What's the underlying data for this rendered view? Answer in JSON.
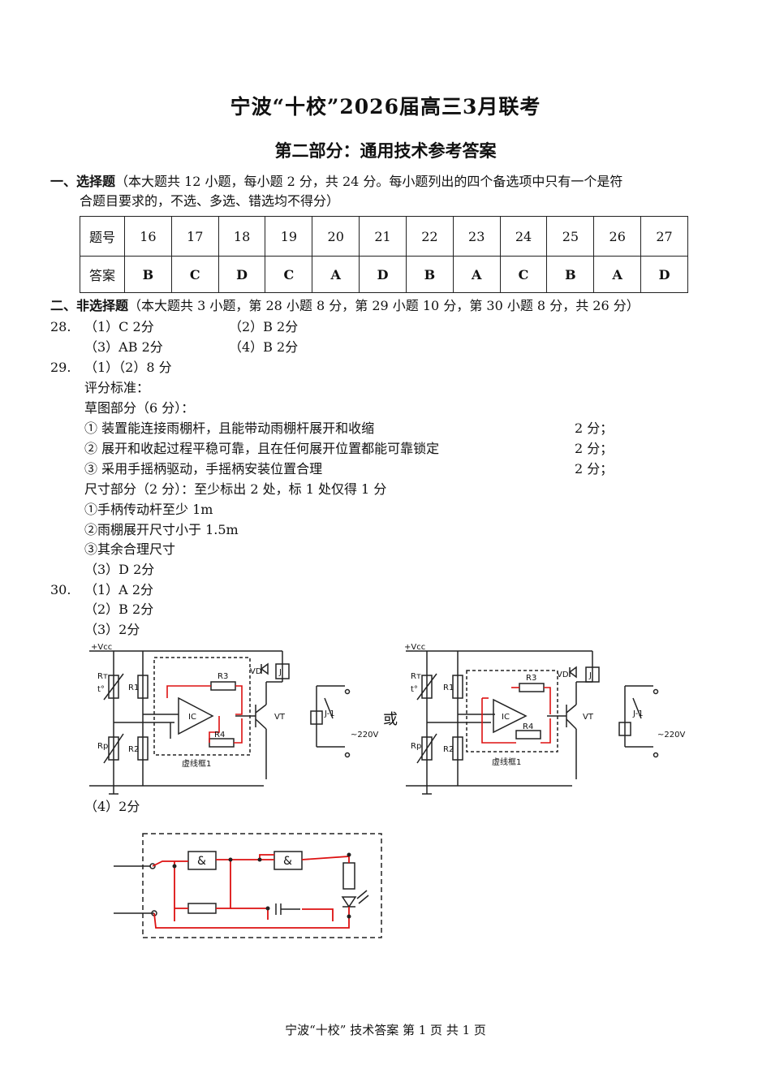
{
  "title": "宁波“十校”2026届高三3月联考",
  "subtitle": "第二部分：通用技术参考答案",
  "section1": {
    "heading": "一、选择题",
    "desc_line1": "（本大题共 12 小题，每小题 2 分，共 24 分。每小题列出的四个备选项中只有一个是符",
    "desc_line2": "合题目要求的，不选、多选、错选均不得分）"
  },
  "answer_table": {
    "row1_label": "题号",
    "row2_label": "答案",
    "numbers": [
      "16",
      "17",
      "18",
      "19",
      "20",
      "21",
      "22",
      "23",
      "24",
      "25",
      "26",
      "27"
    ],
    "answers": [
      "B",
      "C",
      "D",
      "C",
      "A",
      "D",
      "B",
      "A",
      "C",
      "B",
      "A",
      "D"
    ]
  },
  "section2": {
    "heading": "二、非选择题",
    "desc": "（本大题共 3 小题，第 28 小题 8 分，第 29 小题 10 分，第 30 小题 8 分，共 26 分）"
  },
  "q28": {
    "num": "28.",
    "a1": "（1）C  2分",
    "a2": "（2）B    2分",
    "a3": "（3）AB 2分",
    "a4": "（4）B    2分"
  },
  "q29": {
    "num": "29.",
    "line1": "（1）（2）8 分",
    "line2": "评分标准：",
    "line3": "草图部分（6 分）：",
    "item1": "① 装置能连接雨棚杆，且能带动雨棚杆展开和收缩",
    "item2": "② 展开和收起过程平稳可靠，且在任何展开位置都能可靠锁定",
    "item3": "③ 采用手摇柄驱动，手摇柄安装位置合理",
    "pts1": "2 分；",
    "pts2": "2 分；",
    "pts3": "2 分；",
    "dim_line": "尺寸部分（2 分）：至少标出 2 处，标 1 处仅得 1 分",
    "dim1": "①手柄传动杆至少 1m",
    "dim2": "②雨棚展开尺寸小于 1.5m",
    "dim3": "③其余合理尺寸",
    "a3": "（3）D  2分"
  },
  "q30": {
    "num": "30.",
    "a1": "（1）A  2分",
    "a2": "（2）B  2分",
    "a3": "（3）2分",
    "a4": "（4）2分",
    "or": "或"
  },
  "circuit_labels": {
    "vcc": "+Vcc",
    "rt": "Rт",
    "t": "t°",
    "r1": "R1",
    "r2": "R2",
    "rp": "Rp",
    "r3": "R3",
    "r4": "R4",
    "ic": "IC",
    "vt": "VT",
    "vd": "VD",
    "j": "J",
    "j1": "J-1",
    "v220": "~220V",
    "box": "虚线框1",
    "and": "&"
  },
  "footer": "宁波“十校” 技术答案   第 1 页 共 1 页"
}
